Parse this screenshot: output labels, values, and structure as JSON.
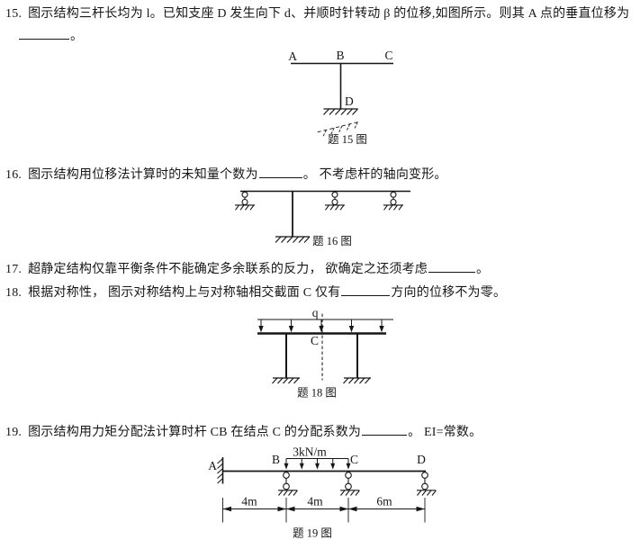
{
  "questions": [
    {
      "number": "15.",
      "text": "图示结构三杆长均为 l。已知支座 D 发生向下 d、并顺时针转动 β 的位移,如图所示。则其 A 点的垂直位移为",
      "after": "。"
    },
    {
      "number": "16.",
      "text": "图示结构用位移法计算时的未知量个数为",
      "after": "。 不考虑杆的轴向变形。"
    },
    {
      "number": "17.",
      "text": "超静定结构仅靠平衡条件不能确定多余联系的反力， 欲确定之还须考虑",
      "after": "。"
    },
    {
      "number": "18.",
      "text": "根据对称性， 图示对称结构上与对称轴相交截面 C 仅有",
      "after": "方向的位移不为零。"
    },
    {
      "number": "19.",
      "text": "图示结构用力矩分配法计算时杆 CB 在结点 C 的分配系数为",
      "after": "。 EI=常数。"
    }
  ],
  "diagrams": {
    "d15": {
      "label_a": "A",
      "label_b": "B",
      "label_c": "C",
      "label_d": "D",
      "caption": "题 15 图"
    },
    "d16": {
      "caption": "题 16 图"
    },
    "d18": {
      "label_q": "q",
      "label_c": "C",
      "caption": "题 18 图"
    },
    "d19": {
      "label_a": "A",
      "label_b": "B",
      "label_c": "C",
      "label_d": "D",
      "load": "3kN/m",
      "dim_ab": "4m",
      "dim_bc": "4m",
      "dim_cd": "6m",
      "caption": "题 19 图"
    }
  }
}
